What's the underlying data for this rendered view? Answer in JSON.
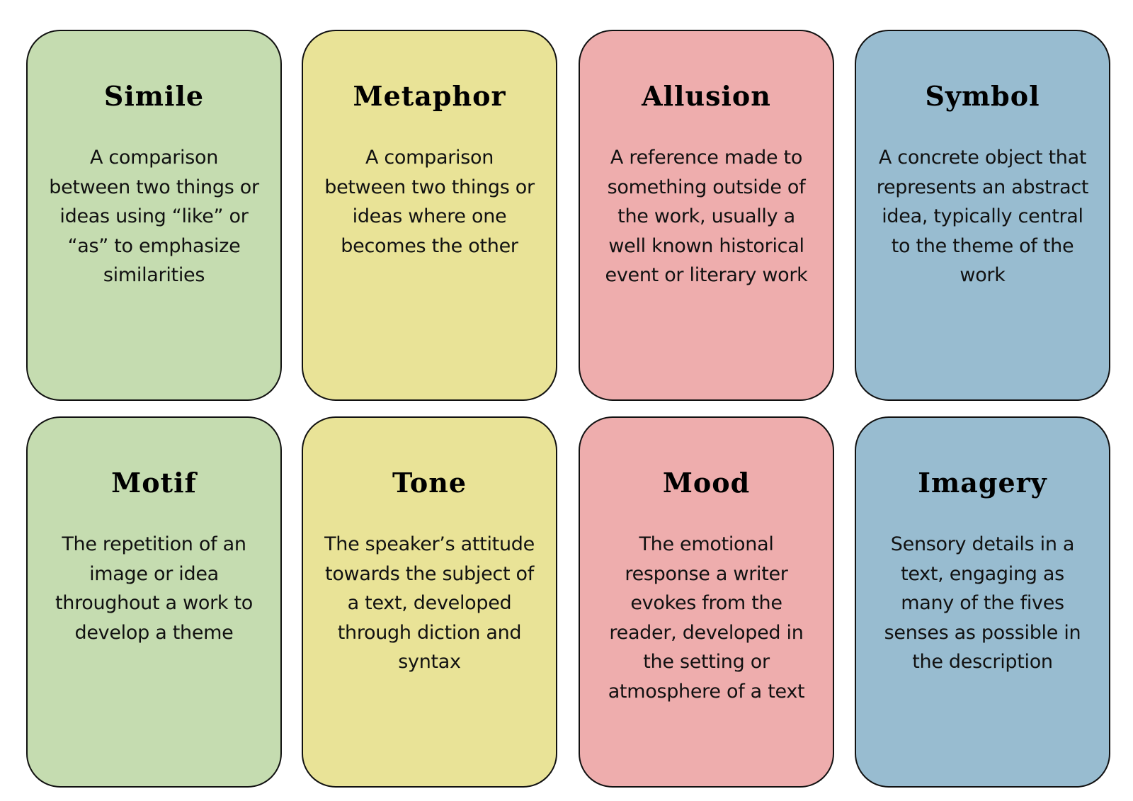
{
  "cards": [
    {
      "title": "Simile",
      "description": "A comparison between two things or ideas using “like” or “as” to emphasize similarities",
      "color": "#c5dcb0"
    },
    {
      "title": "Metaphor",
      "description": "A comparison between two things or ideas where one becomes the other",
      "color": "#e9e397"
    },
    {
      "title": "Allusion",
      "description": "A reference made to something outside of the work, usually a well known historical event or literary work",
      "color": "#eeadad"
    },
    {
      "title": "Symbol",
      "description": "A concrete object that represents an abstract idea, typically central to the theme of the work",
      "color": "#98bcd0"
    },
    {
      "title": "Motif",
      "description": "The repetition of an image or idea throughout a work to develop a theme",
      "color": "#c5dcb0"
    },
    {
      "title": "Tone",
      "description": "The speaker’s attitude towards the subject of a text, developed through diction and syntax",
      "color": "#e9e397"
    },
    {
      "title": "Mood",
      "description": "The emotional response a writer evokes from the reader, developed in the setting or atmosphere of a text",
      "color": "#eeadad"
    },
    {
      "title": "Imagery",
      "description": "Sensory details in a text, engaging as many of the fives senses as possible in the description",
      "color": "#98bcd0"
    }
  ]
}
